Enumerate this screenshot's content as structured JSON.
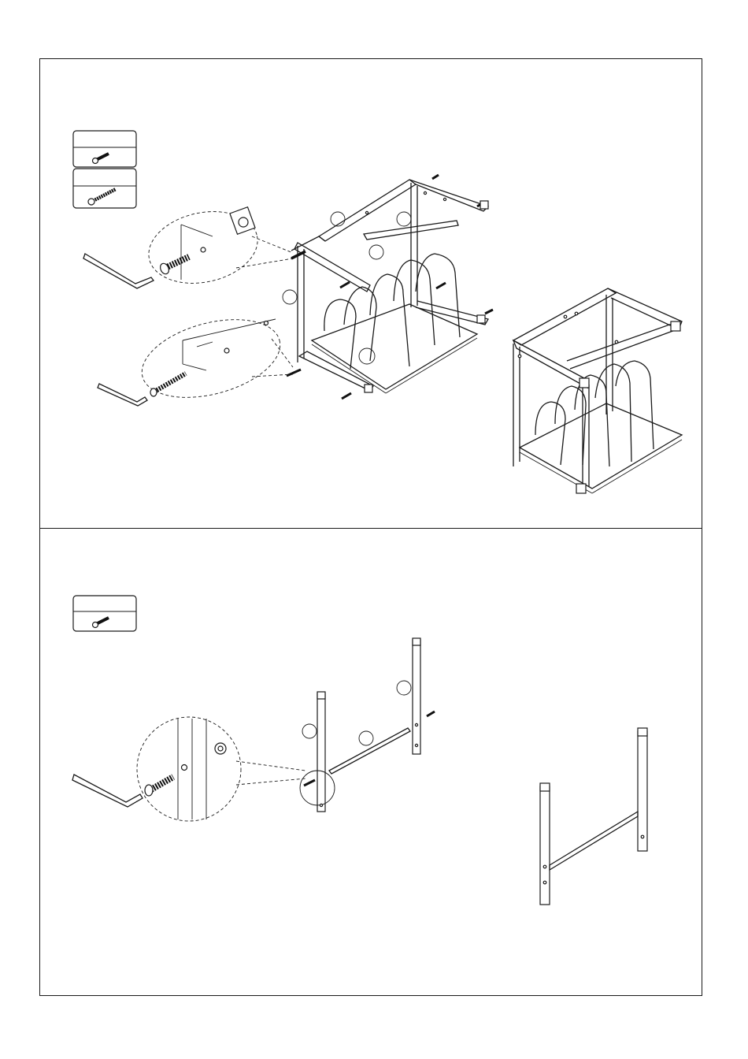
{
  "document": {
    "type": "assembly-instructions",
    "steps": [
      {
        "parts_boxes": [
          {
            "icon": "short-bolt-icon",
            "label": ""
          },
          {
            "icon": "long-bolt-icon",
            "label": ""
          }
        ],
        "tools": [
          "allen-key-icon",
          "allen-key-icon"
        ],
        "result": "assembled-rack-with-wire-dividers"
      },
      {
        "parts_boxes": [
          {
            "icon": "short-bolt-icon",
            "label": ""
          }
        ],
        "tools": [
          "allen-key-icon"
        ],
        "result": "assembled-leg-frame"
      }
    ]
  }
}
